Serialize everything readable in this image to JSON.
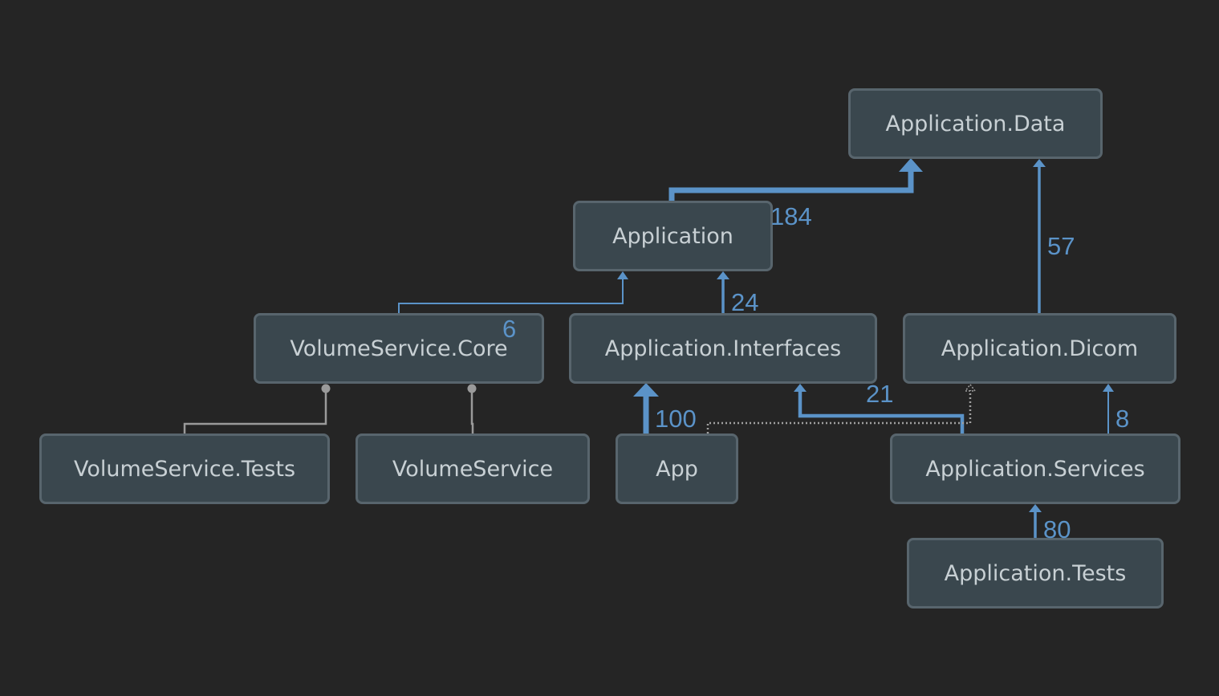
{
  "colors": {
    "background": "#252525",
    "node_fill": "#3a474e",
    "node_border": "#58656d",
    "node_text": "#c8d0d4",
    "edge_blue": "#5b93c8",
    "edge_gray": "#9a9a9a"
  },
  "nodes": {
    "application_data": "Application.Data",
    "application": "Application",
    "volumeservice_core": "VolumeService.Core",
    "application_interfaces": "Application.Interfaces",
    "application_dicom": "Application.Dicom",
    "volumeservice_tests": "VolumeService.Tests",
    "volumeservice": "VolumeService",
    "app": "App",
    "application_services": "Application.Services",
    "application_tests": "Application.Tests"
  },
  "edges": [
    {
      "from": "Application",
      "to": "Application.Data",
      "count": "184",
      "style": "thick"
    },
    {
      "from": "Application.Dicom",
      "to": "Application.Data",
      "count": "57",
      "style": "medium"
    },
    {
      "from": "Application.Interfaces",
      "to": "Application",
      "count": "24",
      "style": "medium"
    },
    {
      "from": "VolumeService.Core",
      "to": "Application",
      "count": "6",
      "style": "thin"
    },
    {
      "from": "App",
      "to": "Application.Interfaces",
      "count": "100",
      "style": "thick"
    },
    {
      "from": "Application.Services",
      "to": "Application.Interfaces",
      "count": "21",
      "style": "medium"
    },
    {
      "from": "Application.Services",
      "to": "Application.Dicom",
      "count": "8",
      "style": "thin"
    },
    {
      "from": "Application.Tests",
      "to": "Application.Services",
      "count": "80",
      "style": "medium"
    },
    {
      "from": "App",
      "to": "Application.Dicom",
      "count": "",
      "style": "dotted"
    },
    {
      "from": "VolumeService.Tests",
      "to": "VolumeService.Core",
      "count": "",
      "style": "gray-dot"
    },
    {
      "from": "VolumeService",
      "to": "VolumeService.Core",
      "count": "",
      "style": "gray-dot"
    }
  ]
}
